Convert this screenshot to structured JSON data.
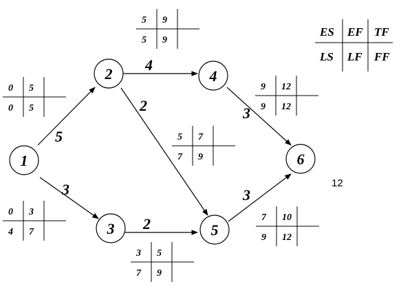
{
  "nodes": [
    {
      "id": "1",
      "label": "1"
    },
    {
      "id": "2",
      "label": "2"
    },
    {
      "id": "3",
      "label": "3"
    },
    {
      "id": "4",
      "label": "4"
    },
    {
      "id": "5",
      "label": "5"
    },
    {
      "id": "6",
      "label": "6"
    }
  ],
  "edges": [
    {
      "from": "1",
      "to": "2",
      "label": "5"
    },
    {
      "from": "1",
      "to": "3",
      "label": "3"
    },
    {
      "from": "2",
      "to": "4",
      "label": "4"
    },
    {
      "from": "2",
      "to": "5",
      "label": "2"
    },
    {
      "from": "3",
      "to": "5",
      "label": "2"
    },
    {
      "from": "4",
      "to": "6",
      "label": "3"
    },
    {
      "from": "5",
      "to": "6",
      "label": "3"
    }
  ],
  "activity_tables": [
    {
      "edge": "1-2",
      "es": "0",
      "ef": "5",
      "ls": "0",
      "lf": "5"
    },
    {
      "edge": "1-3",
      "es": "0",
      "ef": "3",
      "ls": "4",
      "lf": "7"
    },
    {
      "edge": "2-4",
      "es": "5",
      "ef": "9",
      "ls": "5",
      "lf": "9"
    },
    {
      "edge": "2-5",
      "es": "5",
      "ef": "7",
      "ls": "7",
      "lf": "9"
    },
    {
      "edge": "3-5",
      "es": "3",
      "ef": "5",
      "ls": "7",
      "lf": "9"
    },
    {
      "edge": "4-6",
      "es": "9",
      "ef": "12",
      "ls": "9",
      "lf": "12"
    },
    {
      "edge": "5-6",
      "es": "7",
      "ef": "10",
      "ls": "9",
      "lf": "12"
    }
  ],
  "legend": {
    "es": "ES",
    "ef": "EF",
    "tf": "TF",
    "ls": "LS",
    "lf": "LF",
    "ff": "FF"
  },
  "project_duration": "12"
}
